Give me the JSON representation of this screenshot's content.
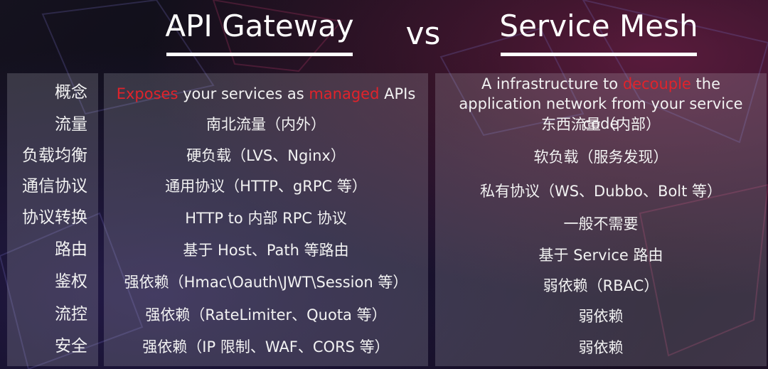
{
  "title_left": "API Gateway",
  "title_vs": "vs",
  "title_right": "Service Mesh",
  "rows": [
    {
      "label": "概念",
      "left": {
        "h1": "Exposes",
        "t1": " your services as ",
        "h2": "managed",
        "t2": " APIs"
      },
      "right": {
        "t1": "A infrastructure to ",
        "h1": "decouple",
        "t2": " the application network from your service code"
      }
    },
    {
      "label": "流量",
      "left": "南北流量（内外）",
      "right": "东西流量（内部）"
    },
    {
      "label": "负载均衡",
      "left": "硬负载（LVS、Nginx）",
      "right": "软负载（服务发现）"
    },
    {
      "label": "通信协议",
      "left": "通用协议（HTTP、gRPC 等）",
      "right": "私有协议（WS、Dubbo、Bolt 等）"
    },
    {
      "label": "协议转换",
      "left": "HTTP to 内部 RPC 协议",
      "right": "一般不需要"
    },
    {
      "label": "路由",
      "left": "基于 Host、Path 等路由",
      "right": "基于 Service 路由"
    },
    {
      "label": "鉴权",
      "left": "强依赖（Hmac\\Oauth\\JWT\\Session 等）",
      "right": "弱依赖（RBAC）"
    },
    {
      "label": "流控",
      "left": "强依赖（RateLimiter、Quota 等）",
      "right": "弱依赖"
    },
    {
      "label": "安全",
      "left": "强依赖（IP 限制、WAF、CORS 等）",
      "right": "弱依赖"
    }
  ],
  "colors": {
    "highlight": "#e0232b",
    "text": "#f2f2f2",
    "panel": "rgba(190,190,200,0.22)"
  }
}
